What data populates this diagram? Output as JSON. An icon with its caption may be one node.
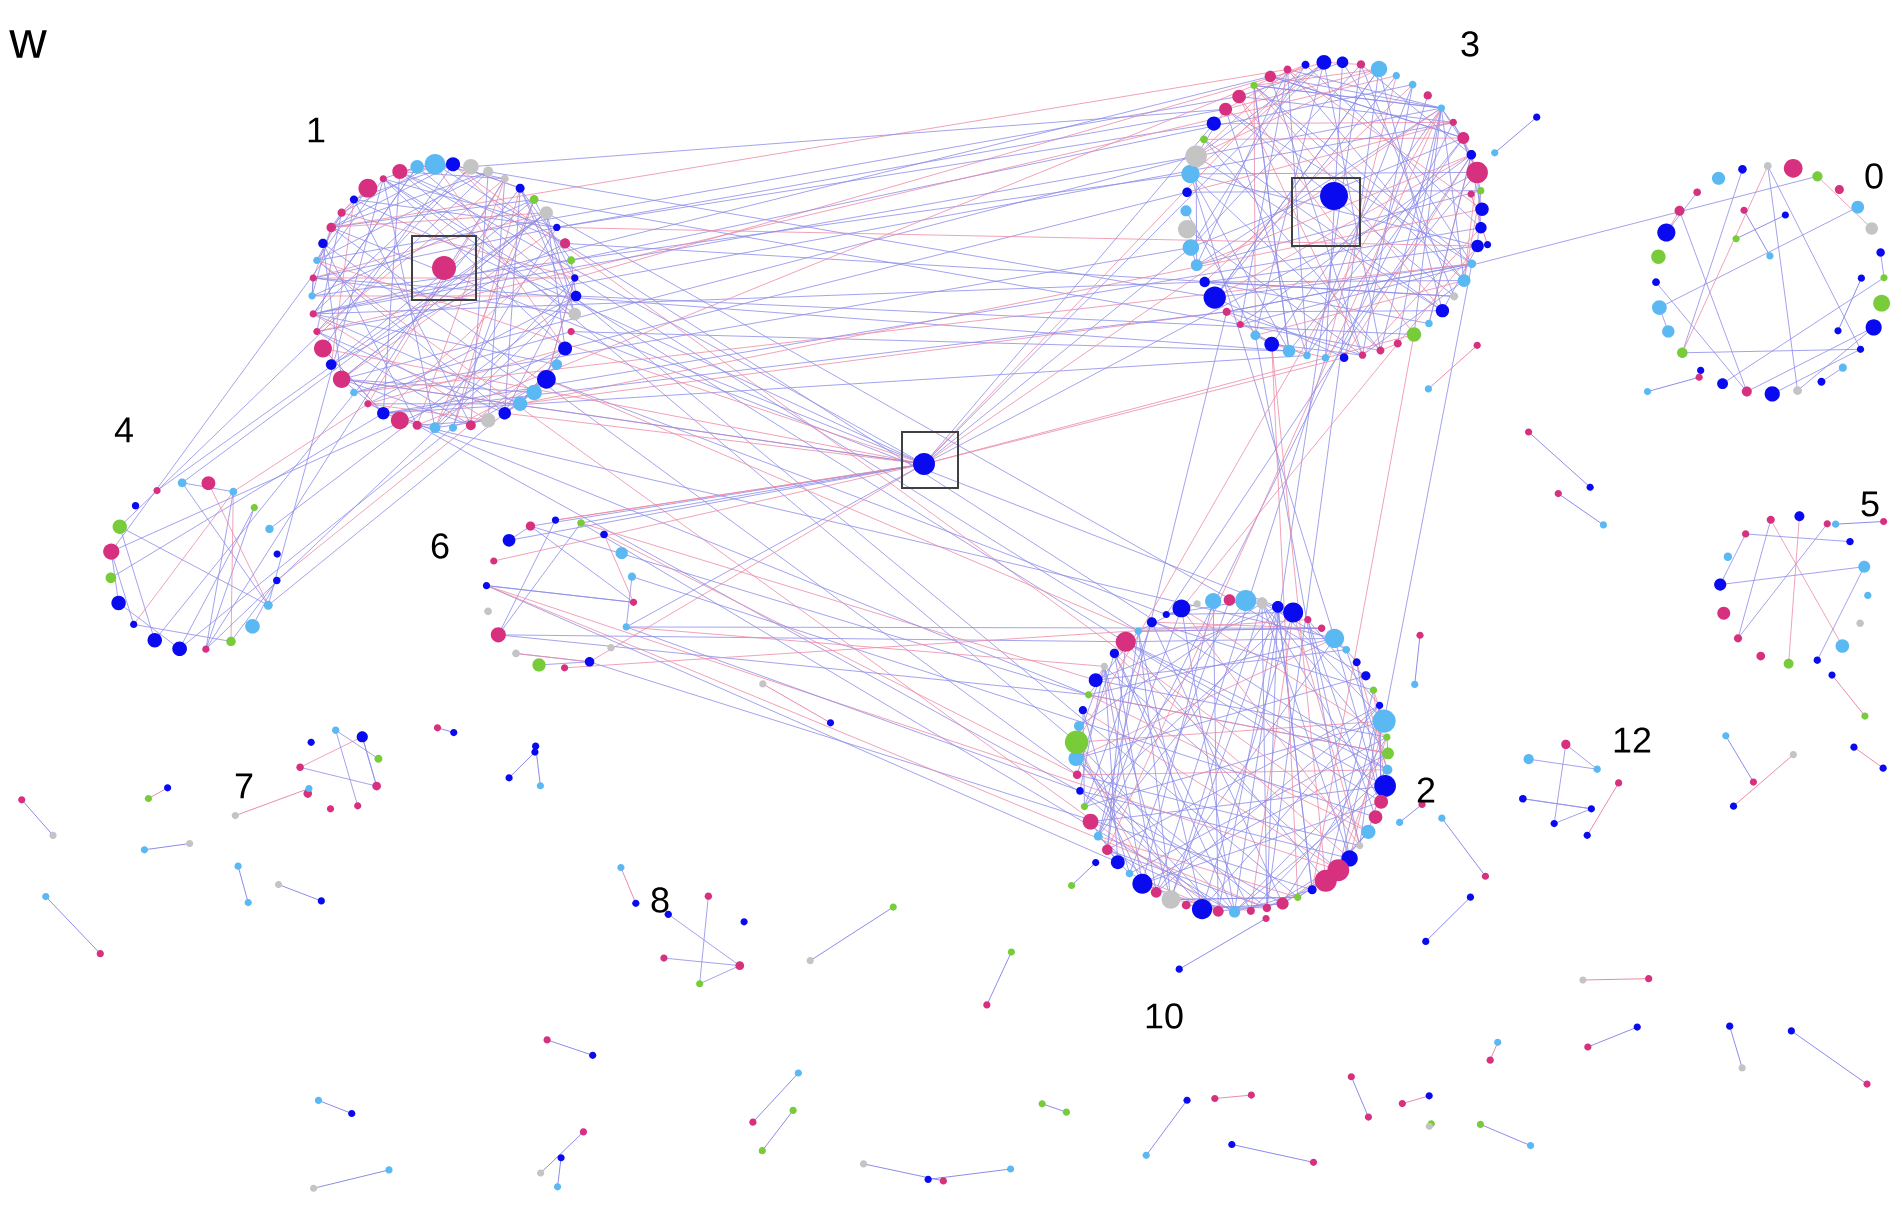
{
  "diagram": {
    "labels": [
      "w",
      "3",
      "1",
      "0",
      "4",
      "5",
      "6",
      "12",
      "7",
      "2",
      "8",
      "10"
    ]
  }
}
